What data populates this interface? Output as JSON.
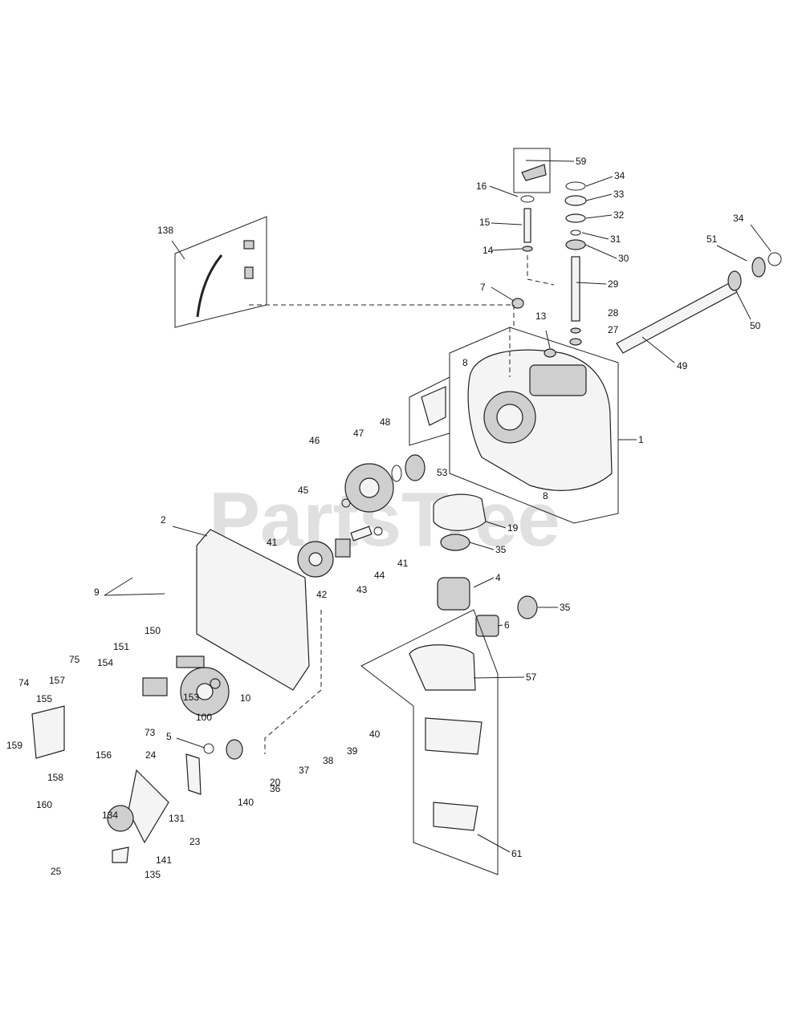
{
  "watermark": "PartsTree",
  "callouts": [
    "1",
    "2",
    "4",
    "5",
    "6",
    "7",
    "8",
    "8",
    "9",
    "10",
    "13",
    "14",
    "15",
    "16",
    "19",
    "20",
    "23",
    "24",
    "25",
    "27",
    "28",
    "29",
    "30",
    "31",
    "32",
    "33",
    "34",
    "34",
    "35",
    "35",
    "36",
    "37",
    "38",
    "39",
    "40",
    "41",
    "41",
    "42",
    "43",
    "44",
    "45",
    "46",
    "47",
    "48",
    "49",
    "50",
    "51",
    "53",
    "57",
    "59",
    "61",
    "73",
    "74",
    "75",
    "100",
    "131",
    "134",
    "135",
    "138",
    "140",
    "141",
    "150",
    "151",
    "153",
    "154",
    "155",
    "156",
    "157",
    "158",
    "159",
    "160"
  ]
}
